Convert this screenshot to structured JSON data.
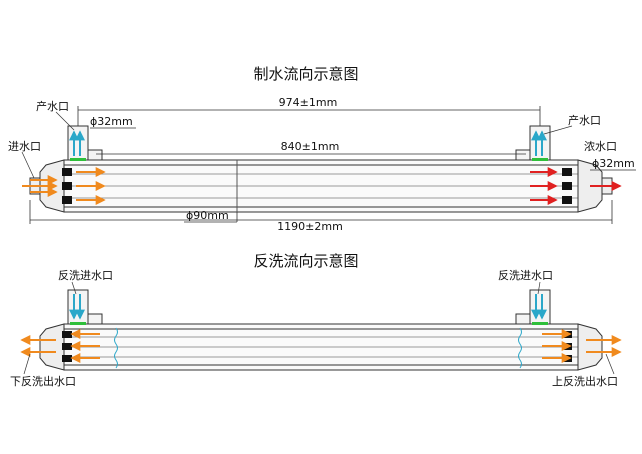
{
  "top_diagram": {
    "title": "制水流向示意图",
    "labels": {
      "product_outlet_left": "产水口",
      "product_outlet_right": "产水口",
      "feed_inlet": "进水口",
      "concentrate_outlet": "浓水口"
    },
    "dimensions": {
      "port_diameter_left": "ϕ32mm",
      "port_diameter_right": "ϕ32mm",
      "port_spacing": "974±1mm",
      "membrane_length": "840±1mm",
      "shell_diameter": "ϕ90mm",
      "total_length": "1190±2mm"
    }
  },
  "bottom_diagram": {
    "title": "反洗流向示意图",
    "labels": {
      "backwash_inlet_left": "反洗进水口",
      "backwash_inlet_right": "反洗进水口",
      "lower_backwash_outlet": "下反洗出水口",
      "upper_backwash_outlet": "上反洗出水口"
    }
  },
  "colors": {
    "feed_arrow": "#f08a1e",
    "product_arrow": "#2aa7c9",
    "concentrate_arrow": "#e02020",
    "cap_green": "#2fbf3a",
    "line": "#333333"
  }
}
